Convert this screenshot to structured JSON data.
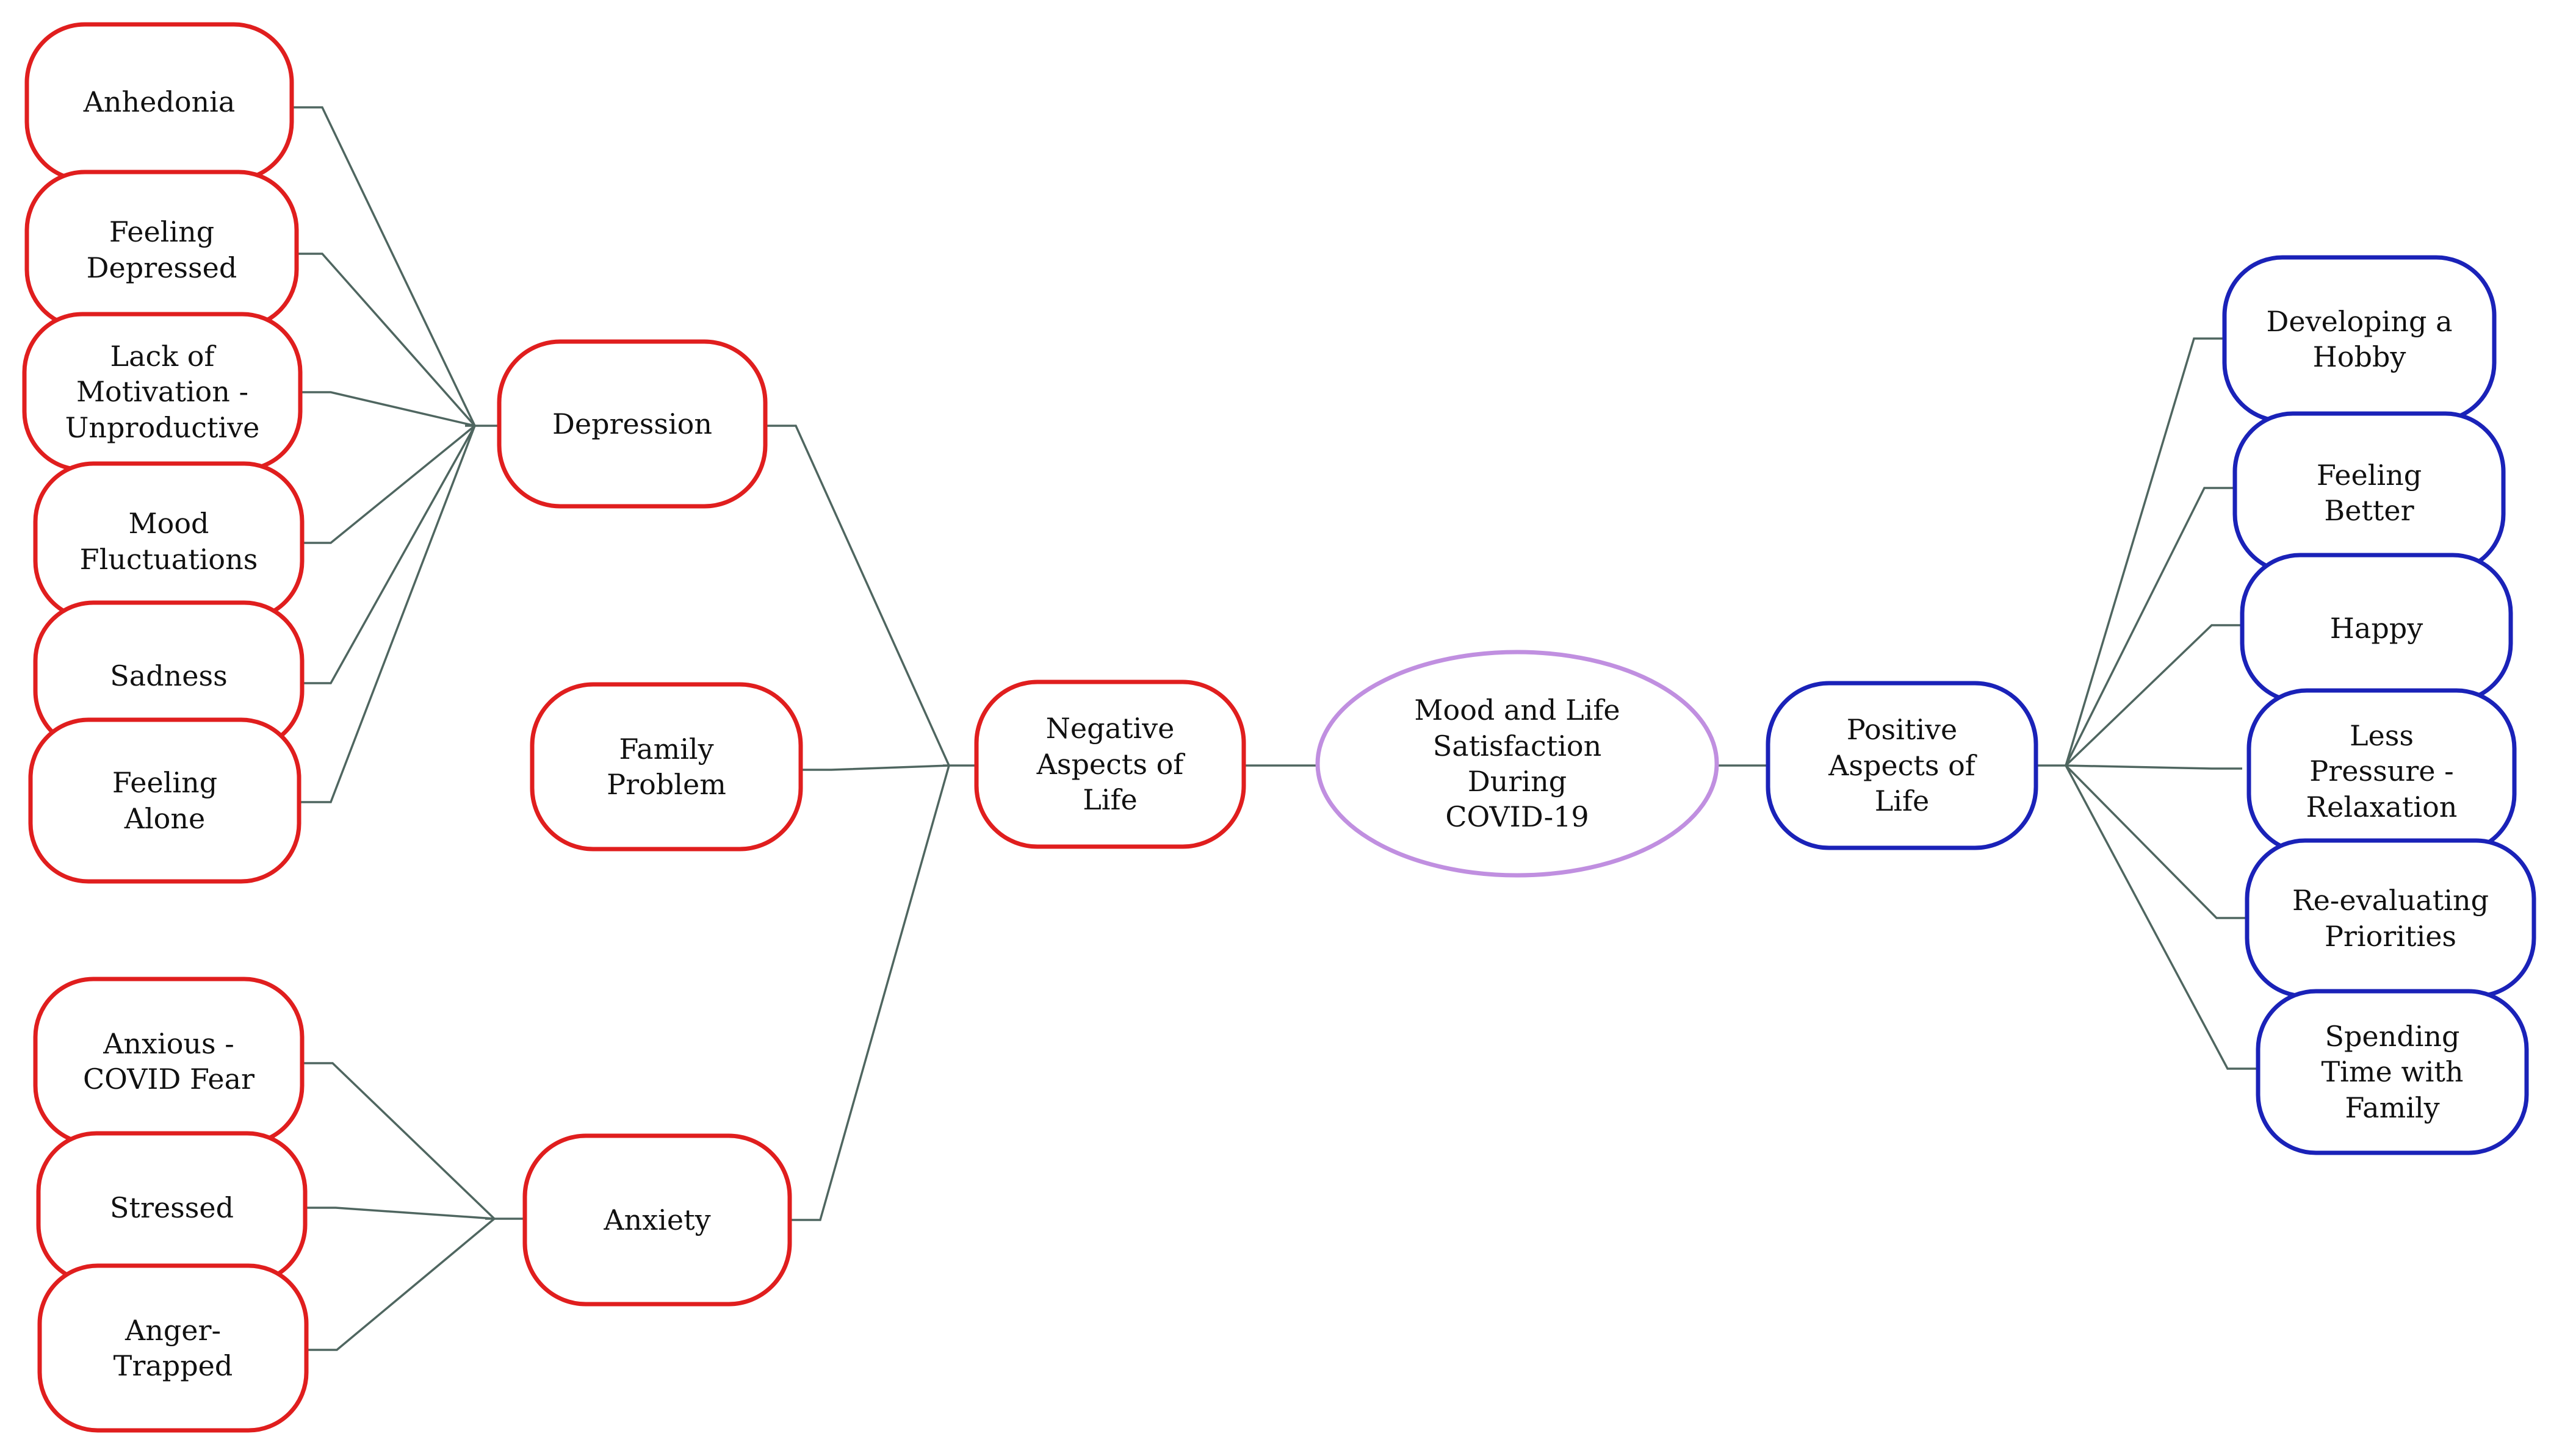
{
  "colors": {
    "negative": "#e01e1e",
    "positive": "#1a22b8",
    "center": "#c08fe0",
    "connector": "#4f6660"
  },
  "center": {
    "label": "Mood and Life\nSatisfaction\nDuring\nCOVID-19"
  },
  "negative": {
    "label": "Negative\nAspects of\nLife",
    "depression": {
      "label": "Depression",
      "items": [
        "Anhedonia",
        "Feeling\nDepressed",
        "Lack of\nMotivation -\nUnproductive",
        "Mood\nFluctuations",
        "Sadness",
        "Feeling\nAlone"
      ]
    },
    "family": {
      "label": "Family\nProblem"
    },
    "anxiety": {
      "label": "Anxiety",
      "items": [
        "Anxious -\nCOVID Fear",
        "Stressed",
        "Anger-\nTrapped"
      ]
    }
  },
  "positive": {
    "label": "Positive\nAspects of\nLife",
    "items": [
      "Developing a\nHobby",
      "Feeling\nBetter",
      "Happy",
      "Less\nPressure -\nRelaxation",
      "Re-evaluating\nPriorities",
      "Spending\nTime with\nFamily"
    ]
  }
}
